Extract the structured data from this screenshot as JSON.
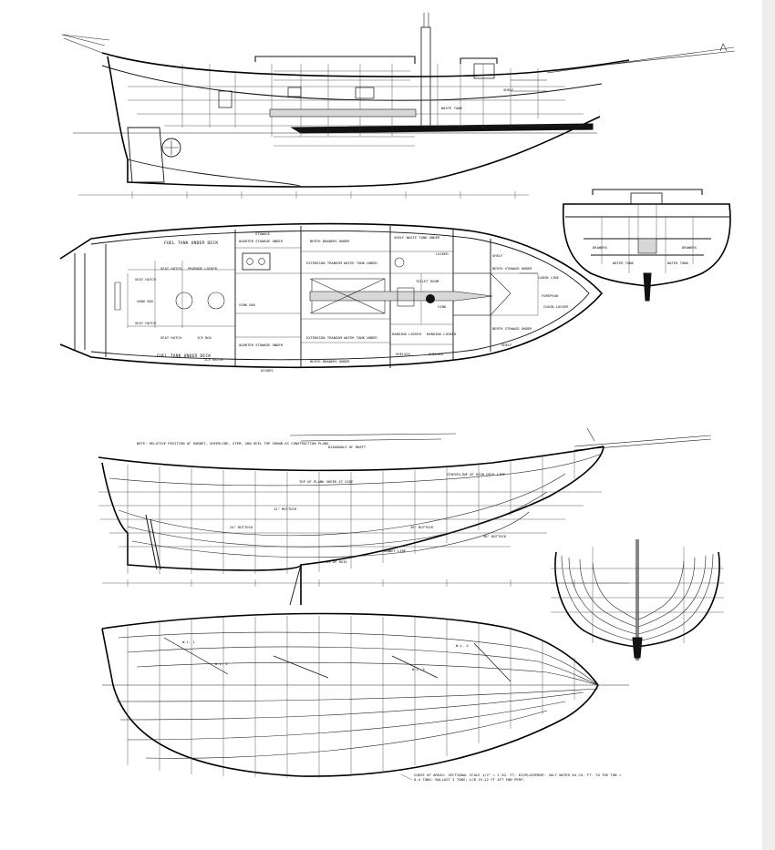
{
  "plan_labels": {
    "fuel_tank_top": "FUEL TANK UNDER DECK",
    "fuel_tank_bottom": "FUEL TANK UNDER DECK",
    "seat_hatch_1": "SEAT HATCH",
    "seat_hatch_2": "SEAT HATCH",
    "seat_hatch_3": "SEAT HATCH",
    "seat_hatch_4": "SEAT HATCH",
    "propane_locker": "PROPANE LOCKER",
    "vang_box": "VANG BOX",
    "ice_box": "ICE BOX",
    "icebox_hatch": "ICE HATCH",
    "sink_box": "SINK BOX",
    "stowage": "STOWAGE",
    "quarter_stowage_top": "QUARTER STOWAGE UNDER",
    "quarter_stowage_bottom": "QUARTER STOWAGE UNDER",
    "berth_top": "BERTH DRAWERS UNDER",
    "berth_bottom": "BERTH DRAWERS UNDER",
    "extension_top": "EXTENSION TRANSOM WATER TANK UNDER",
    "extension_bottom": "EXTENSION TRANSOM WATER TANK UNDER",
    "shelf_waste": "SHELF WASTE TANK UNDER",
    "locker_top": "LOCKER",
    "toilet_room": "TOILET ROOM",
    "sink": "SINK",
    "hanging_locker_1": "HANGING LOCKER",
    "hanging_locker_2": "HANGING LOCKER",
    "shelves_1": "SHELVES",
    "shelves_2": "SHELVES",
    "dishes": "DISHES",
    "berth_fwd_top": "BERTH STOWAGE UNDER",
    "berth_fwd_bottom": "BERTH STOWAGE UNDER",
    "shelf_fwd_top": "SHELF",
    "shelf_fwd_bottom": "SHELF",
    "chain_locker": "CHAIN LOCKER",
    "forepeak": "FOREPEAK",
    "fold_cabin": "CABIN LINE"
  },
  "profile_labels": {
    "waste_tank": "WASTE TANK",
    "shelf": "SHELF"
  },
  "section_labels": {
    "drawers_left": "DRAWERS",
    "drawers_right": "DRAWERS",
    "water_tank_left": "WATER TANK",
    "water_tank_right": "WATER TANK"
  },
  "lines_labels": {
    "note": "NOTE: RELATIVE POSITION OF RABBET, SHEERLINE, STEM, AND KEEL TOP SHOWN AS CONSTRUCTION PLANS.",
    "diagonals_title": "DIAGONALS OF DRAFT",
    "top_plank": "TOP OF PLANK SHEER AT SIDE",
    "cabin_line": "CENTERLINE OF HIGH DECK LINE",
    "buttock_1": "12\" BUTTOCK",
    "buttock_2": "24\" BUTTOCK",
    "buttock_3": "36\" BUTTOCK",
    "buttock_4": "48\" BUTTOCK",
    "rabbet": "RABBET LINE",
    "top_of_keel": "TOP OF KEEL",
    "wl_labels": [
      "W.L. 1",
      "W.L. 2",
      "W.L. 3",
      "W.L. 4"
    ],
    "scale_note": "CURVE OF AREAS: SECTIONAL SCALE 1/2\" = 1 SQ. FT.  DISPLACEMENT: SALT WATER 64 CU. FT. TO THE TON = 8.4 TONS; BALLAST 3 TONS; LCB 15.12 FT AFT FWD PERP."
  }
}
